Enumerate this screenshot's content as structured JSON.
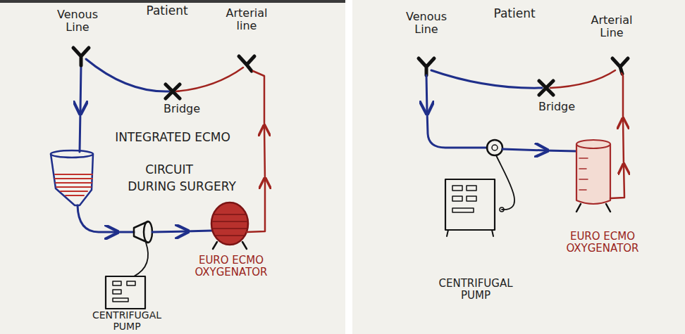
{
  "diagram": {
    "labels": [
      "Patient",
      "Venous Line",
      "Arterial line",
      "Bridge",
      "INTEGRATED ECMO",
      "CIRCUIT",
      "DURING SURGERY",
      "EURO ECMO OXYGENATOR",
      "CENTRIFUGAL PUMP",
      "Patient",
      "Venous Line",
      "Arterial Line",
      "Bridge",
      "CENTRIFUGAL PUMP",
      "EURO ECMO OXYGENATOR"
    ]
  }
}
